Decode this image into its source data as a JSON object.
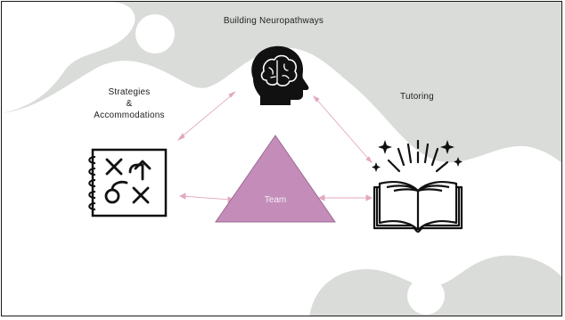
{
  "slide": {
    "title": "Building Neuropathways",
    "left_label": {
      "line1": "Strategies",
      "line2": "&",
      "line3": "Accommodations"
    },
    "right_label": "Tutoring",
    "center_label": "Team"
  },
  "colors": {
    "background_gray": "#d9dcd8",
    "blob_white": "#ffffff",
    "triangle_fill": "#c48db9",
    "triangle_stroke": "#9c6a93",
    "arrow_color": "#e3a8c2",
    "icon_color": "#111111"
  },
  "icons": {
    "brain_head": "brain-head-icon",
    "playbook": "strategy-playbook-icon",
    "open_book": "open-book-icon"
  }
}
